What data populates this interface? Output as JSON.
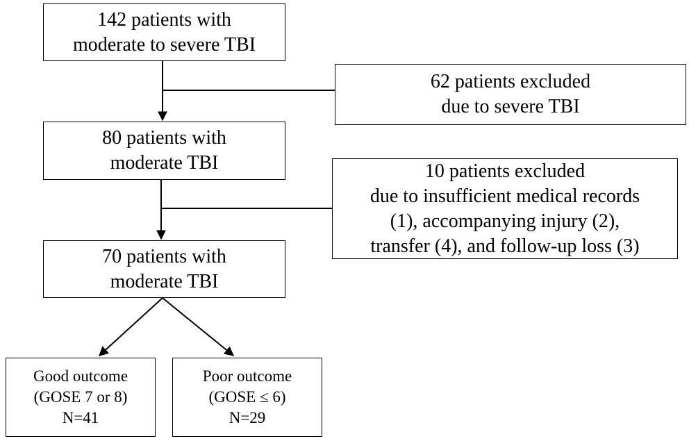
{
  "flowchart": {
    "step1": {
      "lines": [
        "142 patients with",
        "moderate to severe TBI"
      ]
    },
    "exclusion1": {
      "lines": [
        "62 patients excluded",
        "due to severe TBI"
      ]
    },
    "step2": {
      "lines": [
        "80 patients with",
        "moderate TBI"
      ]
    },
    "exclusion2": {
      "lines": [
        "10 patients excluded",
        "due to insufficient medical records",
        "(1), accompanying injury  (2),",
        "transfer (4), and follow-up loss (3)"
      ]
    },
    "step3": {
      "lines": [
        "70 patients with",
        "moderate TBI"
      ]
    },
    "outcome_good": {
      "lines": [
        "Good outcome",
        "(GOSE 7 or 8)",
        "N=41"
      ]
    },
    "outcome_poor": {
      "lines": [
        "Poor outcome",
        "(GOSE ≤ 6)",
        "N=29"
      ]
    }
  },
  "colors": {
    "stroke": "#000000",
    "background": "#ffffff"
  }
}
